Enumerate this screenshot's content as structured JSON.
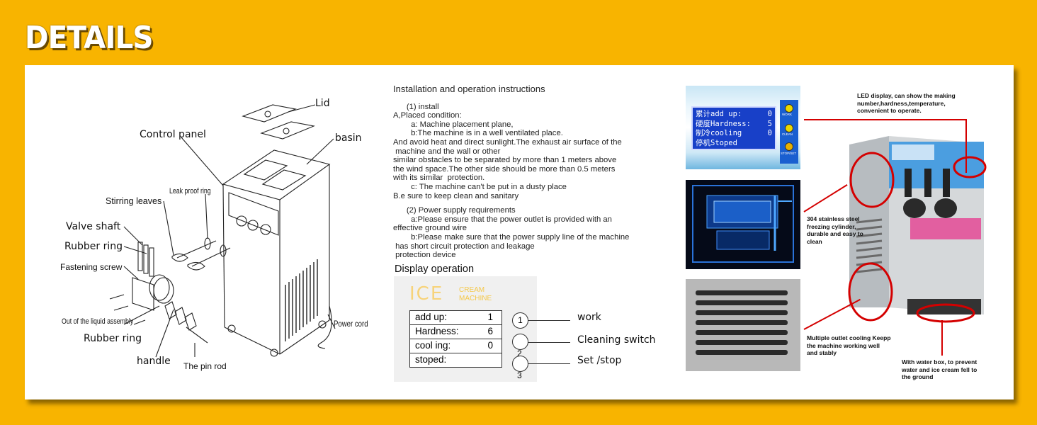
{
  "header": {
    "title": "DETAILS"
  },
  "diagram": {
    "labels": {
      "lid": "Lid",
      "control_panel": "Control panel",
      "basin": "basin",
      "stirring_leaves": "Stirring leaves",
      "leak_proof_ring": "Leak proof ring",
      "valve_shaft": "Valve shaft",
      "rubber_ring_1": "Rubber ring",
      "fastening_screw": "Fastening screw",
      "liquid_assembly": "Out of the liquid assembly",
      "rubber_ring_2": "Rubber ring",
      "handle": "handle",
      "pin_rod": "The pin rod",
      "power_cord": "Power cord"
    }
  },
  "instructions": {
    "title": "Installation and operation instructions",
    "lines": [
      "      (1) install",
      "A,Placed condition:",
      "        a: Machine placement plane,",
      "        b:The machine is in a well ventilated place.",
      "And avoid heat and direct sunlight.The exhaust air surface of the",
      " machine and the wall or other",
      "similar obstacles to be separated by more than 1 meters above",
      "the wind space.The other side should be more than 0.5 meters",
      "with its similar  protection.",
      "        c: The machine can't be put in a dusty place",
      "B.e sure to keep clean and sanitary",
      "",
      "      (2) Power supply requirements",
      "        a:Please ensure that the power outlet is provided with an",
      "effective ground wire",
      "        b:Please make sure that the power supply line of the machine",
      " has short circuit protection and leakage",
      " protection device"
    ]
  },
  "display_operation": {
    "title": "Display operation",
    "logo": "ICE",
    "logo_sub1": "CREAM",
    "logo_sub2": "MACHINE",
    "rows": [
      {
        "label": "add  up:",
        "value": "1"
      },
      {
        "label": "Hardness:",
        "value": "6"
      },
      {
        "label": "cool ing:",
        "value": "0"
      },
      {
        "label": "stoped:",
        "value": ""
      }
    ],
    "buttons": [
      {
        "num": "1",
        "label": "work"
      },
      {
        "num": "2",
        "label": "Cleaning  switch"
      },
      {
        "num": "3",
        "label": "Set /stop"
      }
    ]
  },
  "lcd": {
    "rows": [
      {
        "label": "累计add up:",
        "value": "0"
      },
      {
        "label": "硬度Hardness:",
        "value": "5"
      },
      {
        "label": "制冷cooling",
        "value": "0"
      },
      {
        "label": "停机Stoped",
        "value": ""
      }
    ],
    "buttons": [
      "WORK",
      "CLEAN",
      "STOP/SET"
    ]
  },
  "annotations": {
    "led": "LED display, can show the making number,hardness,temperature, convenient to operate.",
    "steel": "304 stainless steel freezing cylinder, durable and easy to clean",
    "cooling": "Multiple outlet cooling Keepp the machine working well and stably",
    "water_box": "With water box, to prevent water and ice cream fell to the ground"
  },
  "colors": {
    "background": "#f8b400",
    "lcd": "#1840c8",
    "highlight": "#d40000"
  }
}
